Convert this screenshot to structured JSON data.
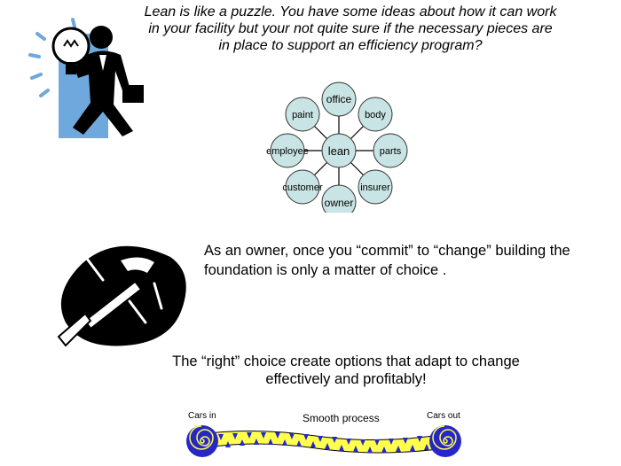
{
  "intro": {
    "line1": "Lean is like a puzzle. You have some ideas about how it can work",
    "line2": "in your facility but your not quite sure if the necessary pieces are",
    "line3": "in place to support an efficiency program?"
  },
  "diagram": {
    "center": "lean",
    "nodes": [
      "office",
      "body",
      "parts",
      "insurer",
      "owner",
      "customer",
      "employee",
      "paint"
    ],
    "node_fill": "#c9e4e4",
    "node_stroke": "#333333"
  },
  "owner_text": {
    "line1": "As an owner, once you “commit” to “change” building the",
    "line2": "foundation is only a matter of choice ."
  },
  "right_choice": {
    "line1": "The “right” choice create options that adapt to change",
    "line2": "effectively and profitably!"
  },
  "process": {
    "cars_in": "Cars in",
    "label": "Smooth process",
    "cars_out": "Cars out",
    "band_color": "#ffff4d",
    "triangle_color": "#2727c8"
  },
  "icons": {
    "top_left": "businessman-lightbulb-icon",
    "middle_left": "hammer-nails-icon"
  }
}
